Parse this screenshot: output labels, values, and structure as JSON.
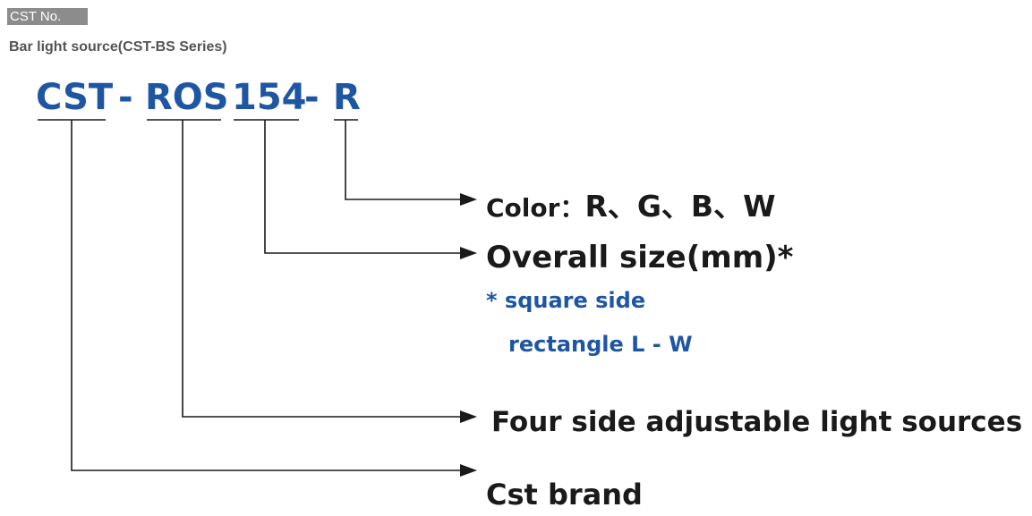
{
  "header": {
    "badge": "CST No.",
    "subtitle": "Bar light source(CST-BS Series)"
  },
  "code": {
    "brand": "CST",
    "sep1": "-",
    "type": "ROS",
    "size": "154",
    "sep2": "-",
    "color": "R"
  },
  "legend": {
    "color_label": "Color：",
    "color_options": "R、G、B、W",
    "size_label": "Overall size(mm)*",
    "size_note_1": "* square  side",
    "size_note_2": "rectangle  L - W",
    "type_label": "Four side adjustable light sources",
    "brand_label": "Cst brand"
  },
  "colors": {
    "code_blue": "#1f56a3",
    "text_dark": "#1a1a1a",
    "badge_gray": "#8c8c8c"
  }
}
